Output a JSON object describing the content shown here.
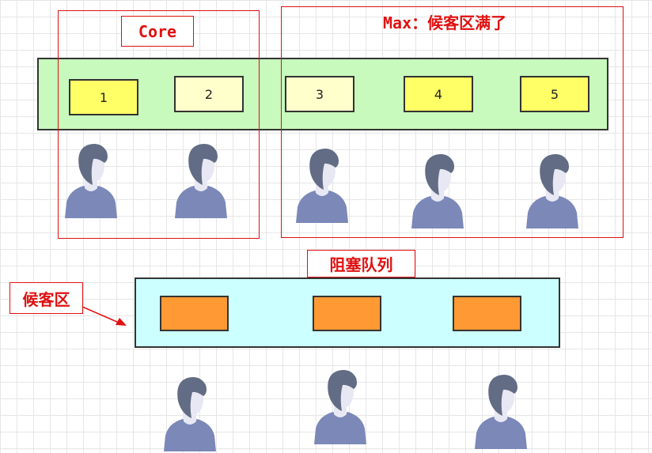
{
  "core_label": "Core",
  "max_label": "Max：候客区满了",
  "queue_label": "阻塞队列",
  "waiting_label": "候客区",
  "counters": [
    "1",
    "2",
    "3",
    "4",
    "5"
  ],
  "icons": {
    "person": "person-icon",
    "arrow": "arrow-icon"
  },
  "colors": {
    "pool_bg": "#c8f9bd",
    "queue_bg": "#ccffff",
    "counter_active": "#ffff66",
    "counter_idle": "#ffffcc",
    "queue_slot": "#ff9933",
    "annotation_red": "#e01010",
    "person_body": "#7b88b8",
    "person_hair": "#626c84",
    "person_face": "#e8e8f4"
  }
}
